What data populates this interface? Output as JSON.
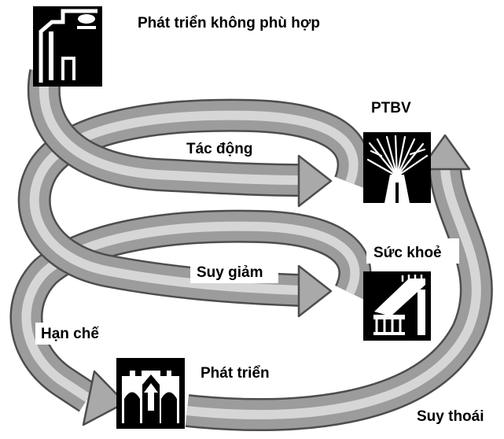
{
  "labels": {
    "unsuitable_development": "Phát triển không phù hợp",
    "sustainable_development": "PTBV",
    "impact": "Tác động",
    "health": "Sức khoẻ",
    "decline": "Suy giảm",
    "limit": "Hạn chế",
    "development": "Phát triển",
    "degradation": "Suy thoái"
  },
  "icons": {
    "unsuitable_development": "factory-icon",
    "sustainable_development": "tree-icon",
    "health": "hospital-bed-icon",
    "development": "building-arches-icon"
  },
  "colors": {
    "arrow_fill": "#9c9c9c",
    "arrow_edge": "#4d4d4d",
    "icon_background": "#000000",
    "icon_foreground": "#ffffff"
  }
}
